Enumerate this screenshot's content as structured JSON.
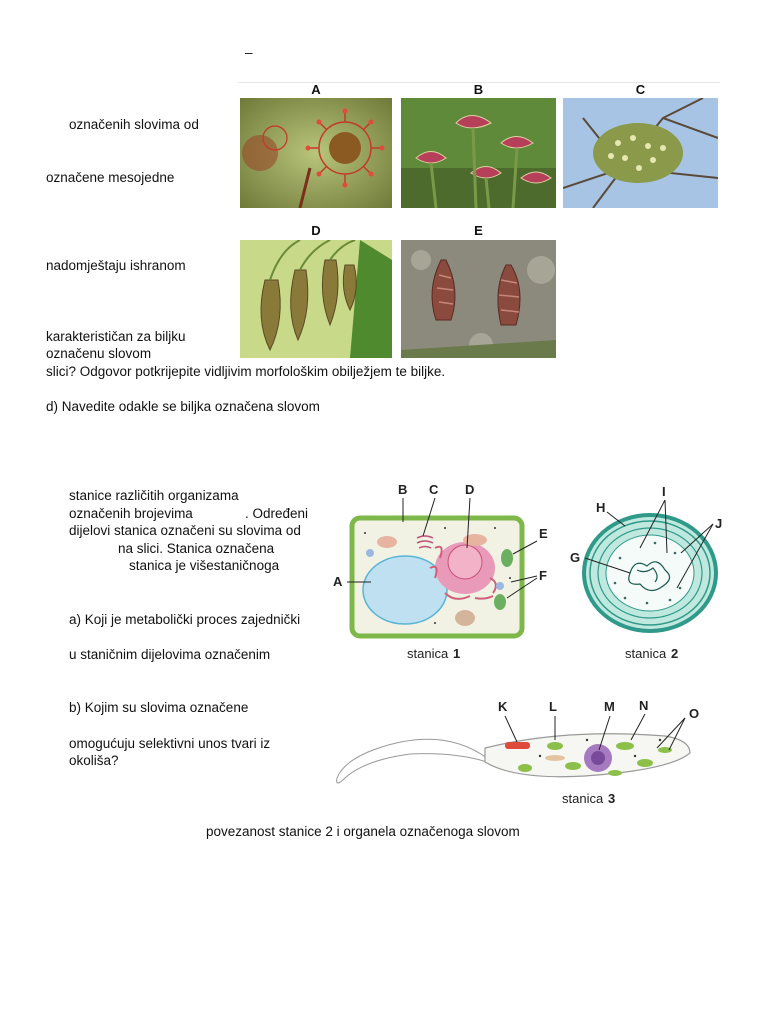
{
  "top_dash": "–",
  "plants": {
    "text_lines": {
      "l1": "označenih slovima od",
      "l2": "označene mesojedne",
      "l3": "nadomještaju ishranom",
      "l4": "karakterističan za biljku",
      "l5": "označenu slovom",
      "l6": "slici? Odgovor potkrijepite vidljivim morfološkim obilježjem te biljke.",
      "l7": "d) Navedite odakle se biljka označena slovom"
    },
    "labels": [
      "A",
      "B",
      "C",
      "D",
      "E"
    ]
  },
  "cells": {
    "text_lines": {
      "l1": "stanice različitih organizama",
      "l2": "označenih brojevima",
      "l2b": ". Određeni",
      "l3": "dijelovi stanica označeni su slovima od",
      "l4": "na slici. Stanica označena",
      "l5": "stanica je višestaničnoga",
      "qa1": "a) Koji je metabolički proces zajednički",
      "qa2": "u staničnim dijelovima označenim",
      "qb1": "b) Kojim su slovima označene",
      "qb2": "omogućuju selektivni unos tvari iz",
      "qb3": "okoliša?",
      "last": "povezanost stanice 2 i organela označenoga slovom"
    },
    "cell1": {
      "caption_word": "stanica",
      "caption_num": "1",
      "letters": [
        "A",
        "B",
        "C",
        "D",
        "E",
        "F"
      ]
    },
    "cell2": {
      "caption_word": "stanica",
      "caption_num": "2",
      "letters": [
        "G",
        "H",
        "I",
        "J"
      ]
    },
    "cell3": {
      "caption_word": "stanica",
      "caption_num": "3",
      "letters": [
        "K",
        "L",
        "M",
        "N",
        "O"
      ]
    }
  }
}
